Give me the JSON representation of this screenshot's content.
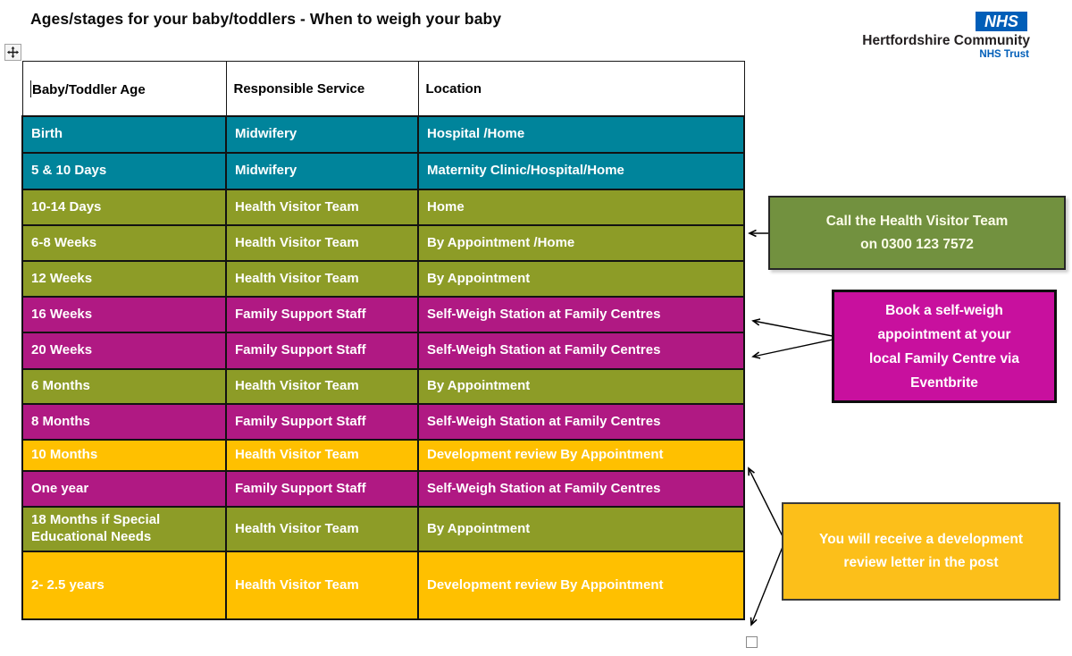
{
  "title": "Ages/stages for your baby/toddlers - When to weigh your baby",
  "logo": {
    "nhs": "NHS",
    "org": "Hertfordshire Community",
    "trust": "NHS Trust",
    "nhs_blue": "#005EB8"
  },
  "table": {
    "headers": [
      "Baby/Toddler Age",
      "Responsible Service",
      "Location"
    ],
    "rows": [
      {
        "age": "Birth",
        "service": "Midwifery",
        "location": "Hospital /Home",
        "color": "teal"
      },
      {
        "age": "5 & 10 Days",
        "service": "Midwifery",
        "location": "Maternity Clinic/Hospital/Home",
        "color": "teal"
      },
      {
        "age": "10-14 Days",
        "service": "Health Visitor Team",
        "location": "Home",
        "color": "olive"
      },
      {
        "age": "6-8 Weeks",
        "service": "Health Visitor Team",
        "location": "By Appointment /Home",
        "color": "olive"
      },
      {
        "age": "12 Weeks",
        "service": "Health Visitor Team",
        "location": "By Appointment",
        "color": "olive"
      },
      {
        "age": "16 Weeks",
        "service": "Family Support Staff",
        "location": "Self-Weigh Station at Family Centres",
        "color": "magenta"
      },
      {
        "age": "20 Weeks",
        "service": "Family Support Staff",
        "location": "Self-Weigh Station at Family Centres",
        "color": "magenta"
      },
      {
        "age": "6 Months",
        "service": "Health Visitor Team",
        "location": "By Appointment",
        "color": "olive"
      },
      {
        "age": "8 Months",
        "service": "Family Support Staff",
        "location": "Self-Weigh Station at Family Centres",
        "color": "magenta"
      },
      {
        "age": "10 Months",
        "service": "Health Visitor Team",
        "location": "Development review By Appointment",
        "color": "yellow"
      },
      {
        "age": "One year",
        "service": "Family Support Staff",
        "location": "Self-Weigh Station at Family Centres",
        "color": "magenta"
      },
      {
        "age": "18 Months if Special Educational Needs",
        "service": "Health Visitor Team",
        "location": "By Appointment",
        "color": "olive"
      },
      {
        "age": "2- 2.5 years",
        "service": "Health Visitor Team",
        "location": "Development review By Appointment",
        "color": "yellow"
      }
    ]
  },
  "callouts": {
    "green": {
      "lines": [
        "Call the Health Visitor Team",
        "on 0300 123 7572"
      ],
      "color": "#72913F"
    },
    "pink": {
      "lines": [
        "Book a self-weigh",
        "appointment at your",
        "local Family Centre via",
        "Eventbrite"
      ],
      "color": "#C8109E"
    },
    "gold": {
      "lines": [
        "You will receive a development",
        "review letter in the post"
      ],
      "color": "#FCBF1A"
    }
  },
  "colors": {
    "row_teal": "#00849B",
    "row_olive": "#8D9C27",
    "row_magenta": "#B01983",
    "row_yellow": "#FFC000"
  }
}
